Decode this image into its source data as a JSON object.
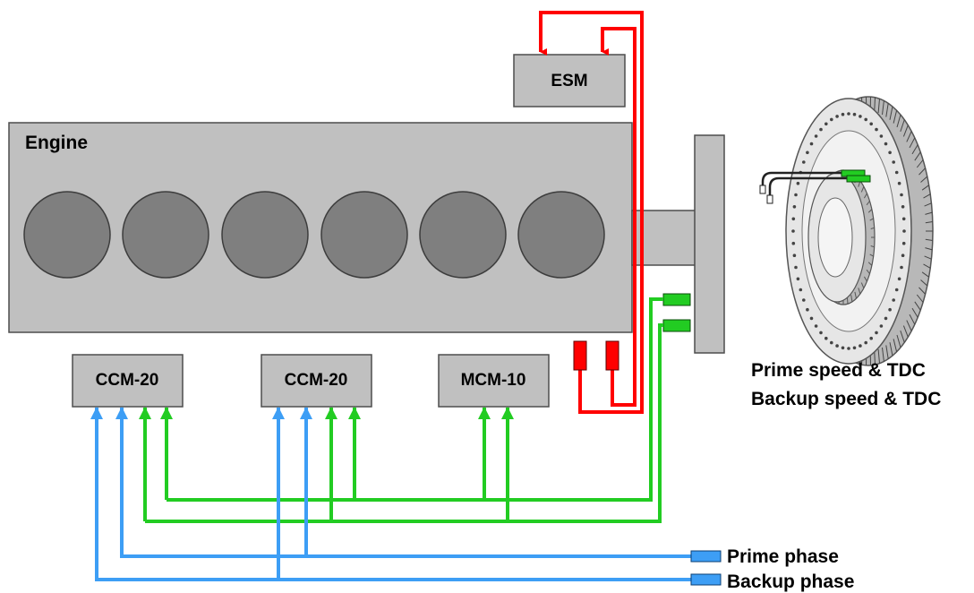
{
  "engine": {
    "label": "Engine"
  },
  "modules": {
    "esm": "ESM",
    "ccm_left": "CCM-20",
    "ccm_middle": "CCM-20",
    "mcm": "MCM-10"
  },
  "flywheel": {
    "prime_label": "Prime speed & TDC",
    "backup_label": "Backup speed & TDC"
  },
  "phase_sensors": {
    "prime_label": "Prime phase",
    "backup_label": "Backup phase"
  },
  "colors": {
    "red": "#ff0000",
    "green": "#22cc22",
    "blue": "#3d9ef5",
    "body": "#c0c0c0",
    "cylinder": "#7f7f7f"
  }
}
